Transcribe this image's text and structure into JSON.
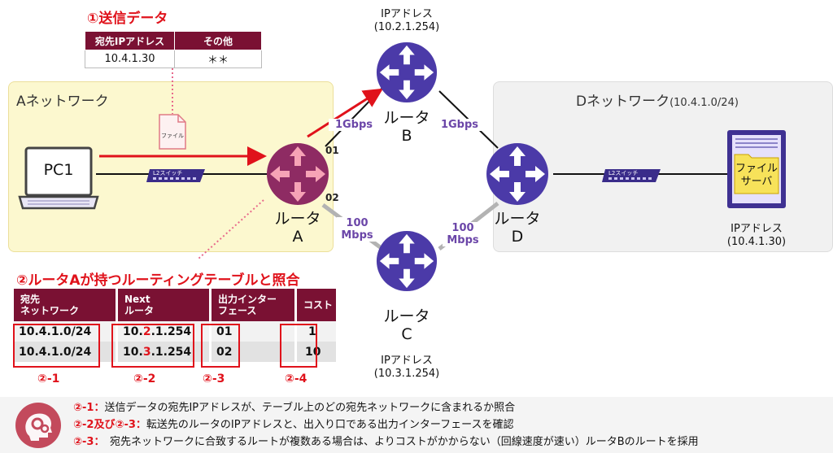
{
  "send_data": {
    "title": "①送信データ",
    "headers": [
      "宛先IPアドレス",
      "その他"
    ],
    "row": [
      "10.4.1.30",
      "＊＊"
    ],
    "file_label": "ファイル"
  },
  "zone_a": {
    "title": "Aネットワーク"
  },
  "zone_d": {
    "title": "Dネットワーク",
    "subnet": "(10.4.1.0/24)"
  },
  "pc": {
    "label": "PC1"
  },
  "switch_label": "L2スイッチ",
  "routers": {
    "a": {
      "word": "ルータ",
      "letter": "A"
    },
    "b": {
      "word": "ルータ",
      "letter": "B",
      "ip_label": "IPアドレス",
      "ip": "(10.2.1.254)"
    },
    "c": {
      "word": "ルータ",
      "letter": "C",
      "ip_label": "IPアドレス",
      "ip": "(10.3.1.254)"
    },
    "d": {
      "word": "ルータ",
      "letter": "D"
    }
  },
  "interfaces": {
    "if1": "01",
    "if2": "02"
  },
  "links": {
    "ab": "1Gbps",
    "bd": "1Gbps",
    "ac_line1": "100",
    "ac_line2": "Mbps",
    "cd_line1": "100",
    "cd_line2": "Mbps"
  },
  "server": {
    "line1": "ファイル",
    "line2": "サーバ",
    "ip_label": "IPアドレス",
    "ip": "(10.4.1.30)"
  },
  "routing": {
    "title": "②ルータAが持つルーティングテーブルと照合",
    "headers": [
      [
        "宛先",
        "ネットワーク"
      ],
      [
        "Next",
        "ルータ"
      ],
      [
        "出力インター",
        "フェース"
      ],
      [
        "コスト",
        ""
      ]
    ],
    "rows": [
      {
        "dest": "10.4.1.0/24",
        "next_pre": "10.",
        "next_mid": "2",
        "next_post": ".1.254",
        "iface": "01",
        "cost": "1"
      },
      {
        "dest": "10.4.1.0/24",
        "next_pre": "10.",
        "next_mid": "3",
        "next_post": ".1.254",
        "iface": "02",
        "cost": "10"
      }
    ],
    "marks": [
      "②-1",
      "②-2",
      "②-3",
      "②-4"
    ]
  },
  "notes": [
    {
      "key": "②-1：",
      "text": "送信データの宛先IPアドレスが、テーブル上のどの宛先ネットワークに含まれるか照合"
    },
    {
      "key": "②-2及び②-3：",
      "text": "転送先のルータのIPアドレスと、出入り口である出力インターフェースを確認"
    },
    {
      "key": "②-3：",
      "text": "　宛先ネットワークに合致するルートが複数ある場合は、よりコストがかからない（回線速度が速い）ルータBのルートを採用"
    }
  ],
  "colors": {
    "accent_red": "#e0121b",
    "table_header": "#7a1133",
    "router_blue": "#4b3aa8",
    "router_pink": "#8e2b63",
    "speed_purple": "#6b46a8"
  },
  "icons": [
    "router-icon",
    "pc-icon",
    "switch-icon",
    "file-icon",
    "server-icon",
    "brain-gear-icon"
  ]
}
